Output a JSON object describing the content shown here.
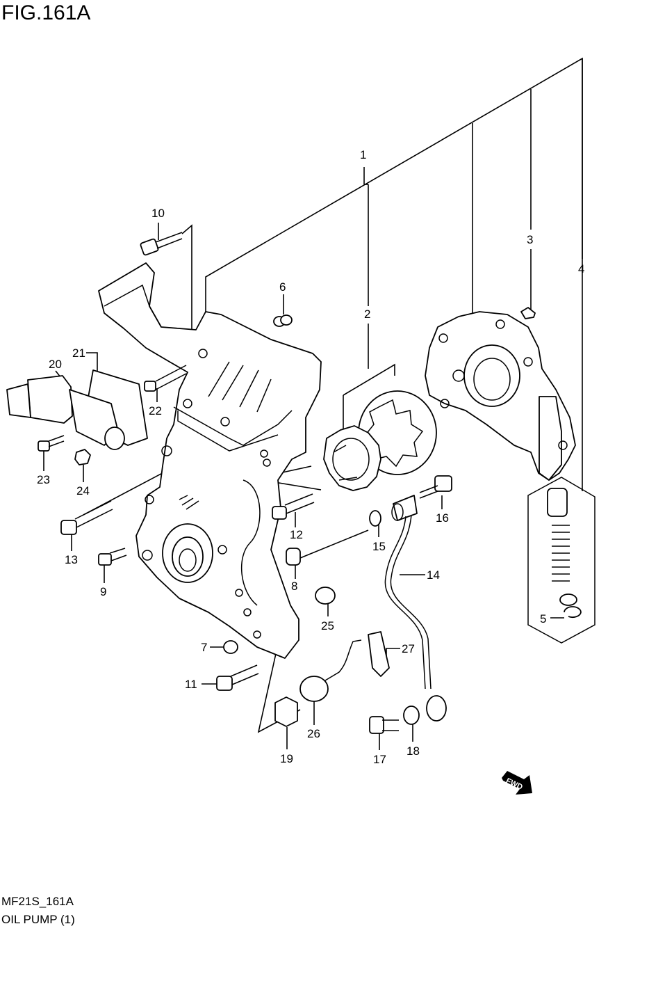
{
  "header": {
    "title": "FIG.161A"
  },
  "footer": {
    "code": "MF21S_161A",
    "name": "OIL PUMP (1)"
  },
  "fwd_badge": "FWD",
  "callouts": [
    "1",
    "2",
    "3",
    "4",
    "5",
    "6",
    "7",
    "8",
    "9",
    "10",
    "11",
    "12",
    "13",
    "14",
    "15",
    "16",
    "17",
    "18",
    "19",
    "20",
    "21",
    "22",
    "23",
    "24",
    "25",
    "26",
    "27"
  ]
}
